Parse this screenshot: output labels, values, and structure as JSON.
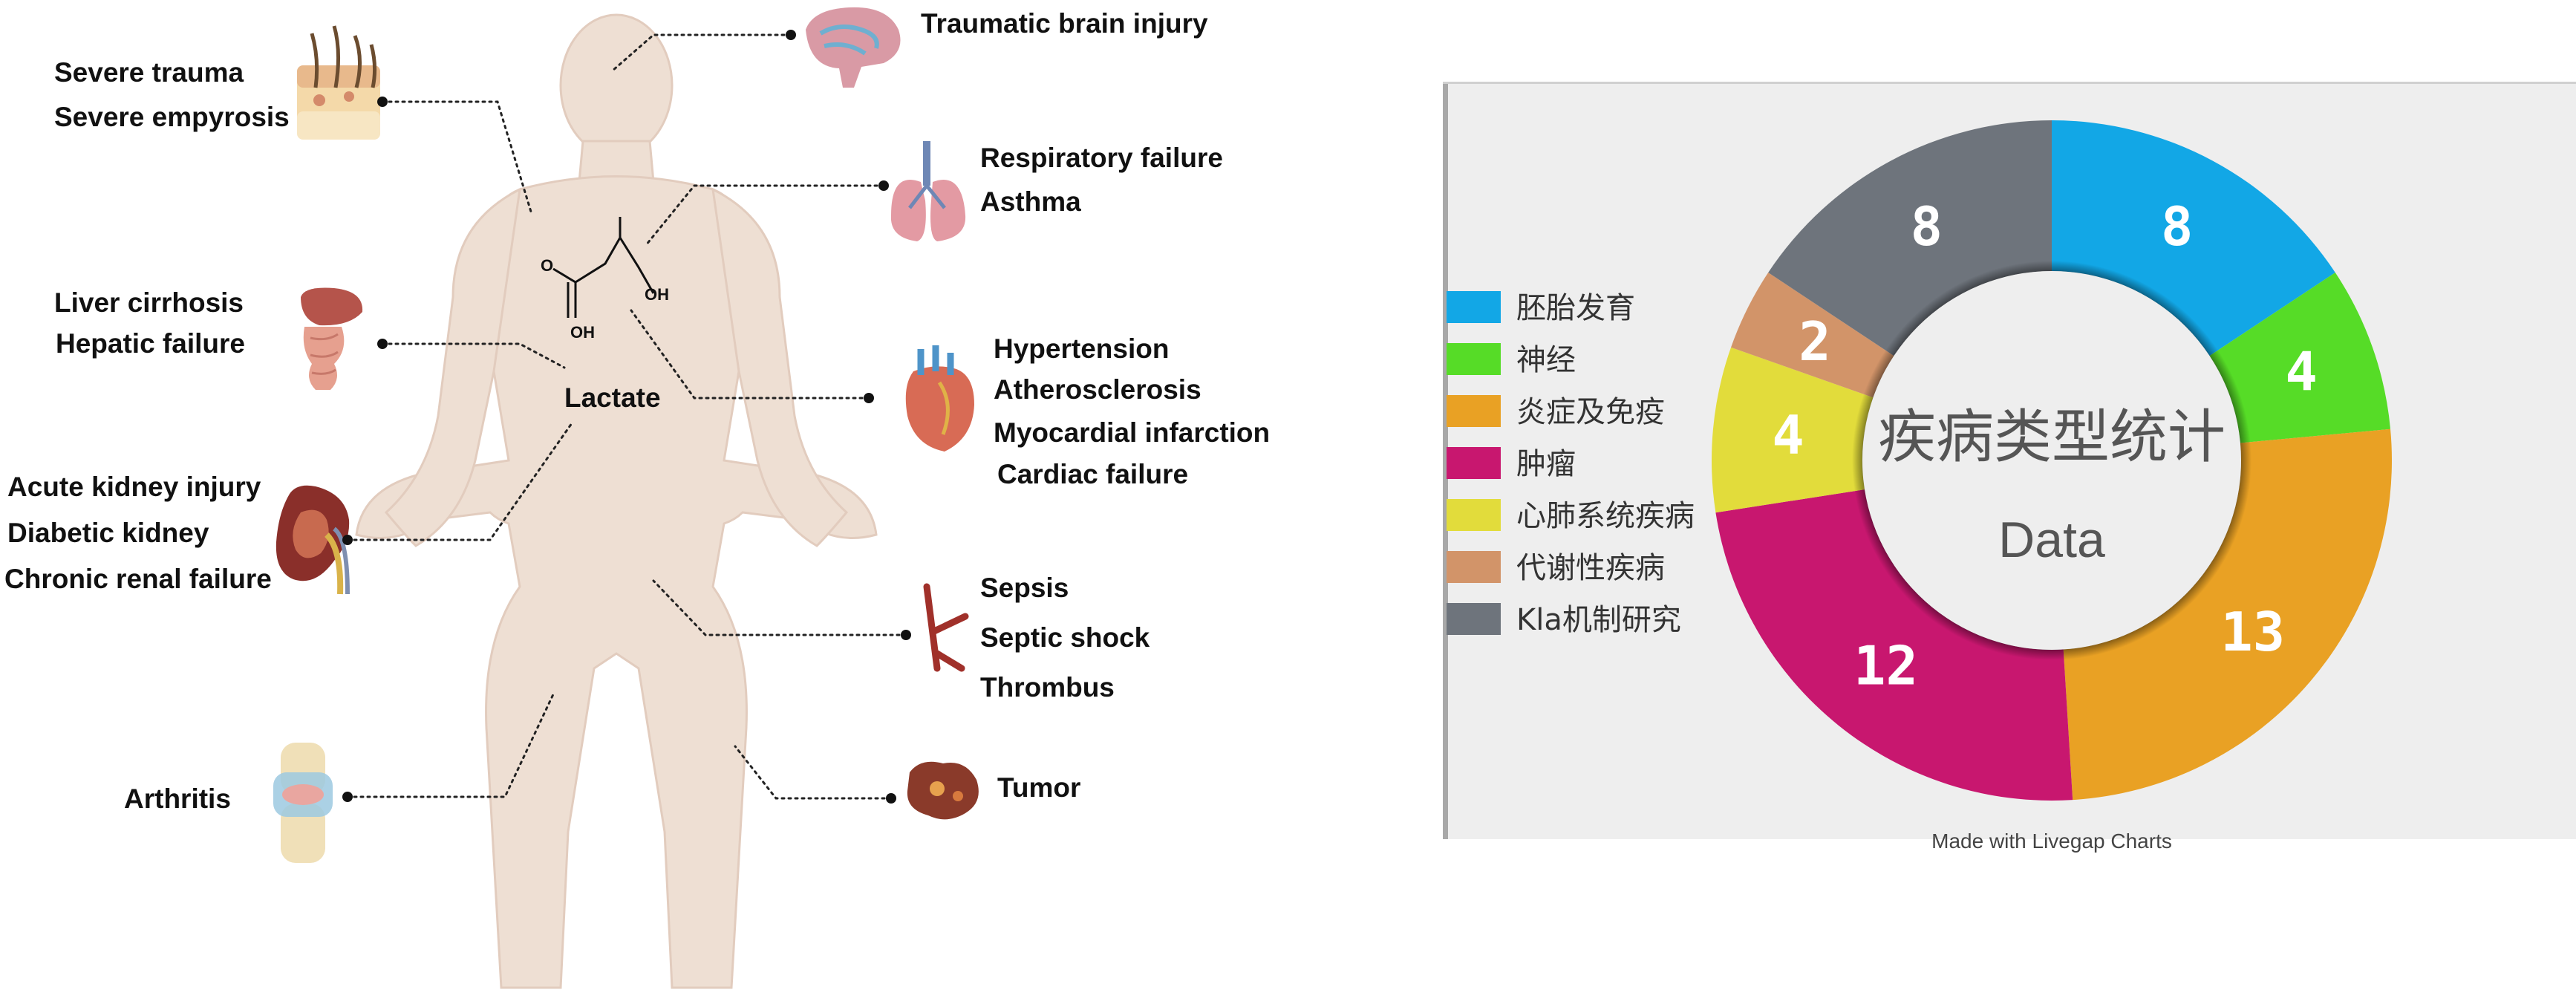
{
  "left_panel": {
    "center_label": "Lactate",
    "molecule": {
      "oh_top": "OH",
      "oh_bottom": "OH",
      "o": "O"
    },
    "conditions": {
      "skin": [
        "Severe trauma",
        "Severe empyrosis"
      ],
      "liver": [
        "Liver cirrhosis",
        "Hepatic failure"
      ],
      "kidney": [
        "Acute kidney injury",
        "Diabetic kidney",
        "Chronic renal failure"
      ],
      "joint": [
        "Arthritis"
      ],
      "brain": [
        "Traumatic brain injury"
      ],
      "lung": [
        "Respiratory failure",
        "Asthma"
      ],
      "heart": [
        "Hypertension",
        "Atherosclerosis",
        "Myocardial infarction",
        "Cardiac failure"
      ],
      "vessel": [
        "Sepsis",
        "Septic shock",
        "Thrombus"
      ],
      "tumor": [
        "Tumor"
      ]
    }
  },
  "chart_data": {
    "type": "pie",
    "title": "疾病类型统计",
    "subtitle": "Data",
    "donut": true,
    "legend_position": "left",
    "series": [
      {
        "name": "胚胎发育",
        "value": 8,
        "color": "#12A7E6"
      },
      {
        "name": "神经",
        "value": 4,
        "color": "#56DC27"
      },
      {
        "name": "炎症及免疫",
        "value": 13,
        "color": "#E9A124"
      },
      {
        "name": "肿瘤",
        "value": 12,
        "color": "#C8176F"
      },
      {
        "name": "心肺系统疾病",
        "value": 4,
        "color": "#E2DC3B"
      },
      {
        "name": "代谢性疾病",
        "value": 2,
        "color": "#D29469"
      },
      {
        "name": "Kla机制研究",
        "value": 8,
        "color": "#6E747C"
      }
    ],
    "footer": "Made with Livegap Charts"
  }
}
